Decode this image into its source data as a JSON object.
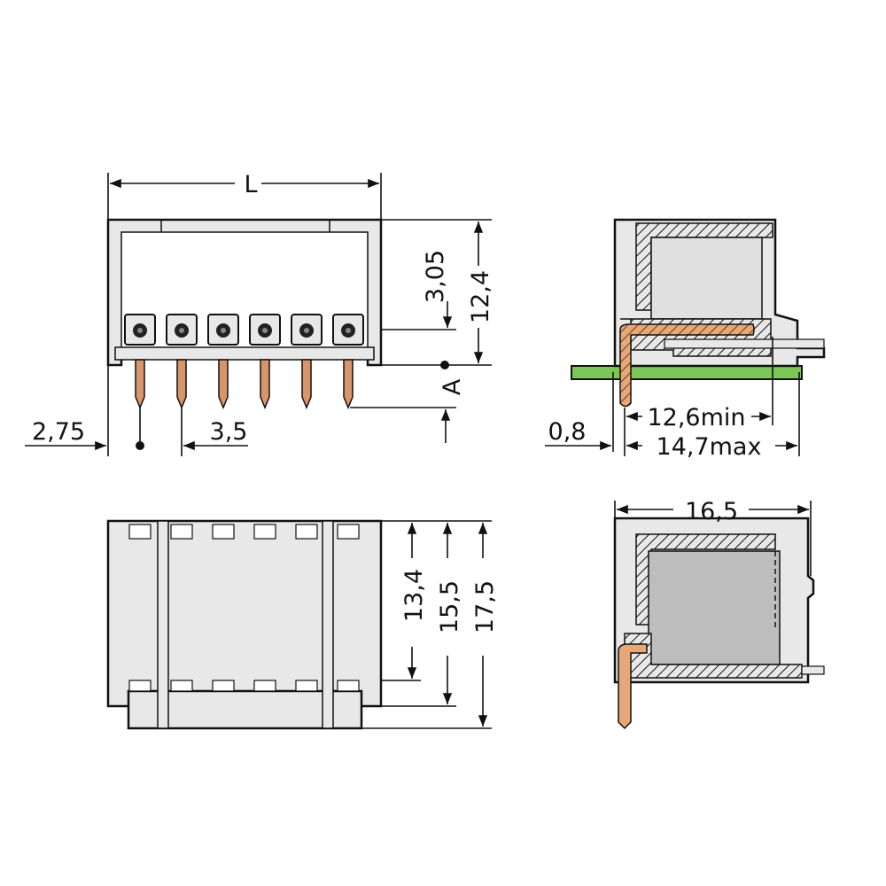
{
  "colors": {
    "housing": "#e8e8e8",
    "housing_dark": "#c8c8c8",
    "pin": "#d9956a",
    "pcb": "#7dc75a",
    "line": "#111111"
  },
  "front_view": {
    "pin_count": 6,
    "dims": {
      "length": "L",
      "top_to_pin_center": "3,05",
      "height": "12,4",
      "ref": "A",
      "edge_offset": "2,75",
      "pitch": "3,5"
    }
  },
  "side_view": {
    "dims": {
      "pcb_offset": "0,8",
      "min": "12,6min",
      "max": "14,7max"
    }
  },
  "bottom_view": {
    "dims": {
      "h1": "13,4",
      "h2": "15,5",
      "h3": "17,5"
    }
  },
  "side_view_2": {
    "dims": {
      "depth": "16,5"
    }
  }
}
